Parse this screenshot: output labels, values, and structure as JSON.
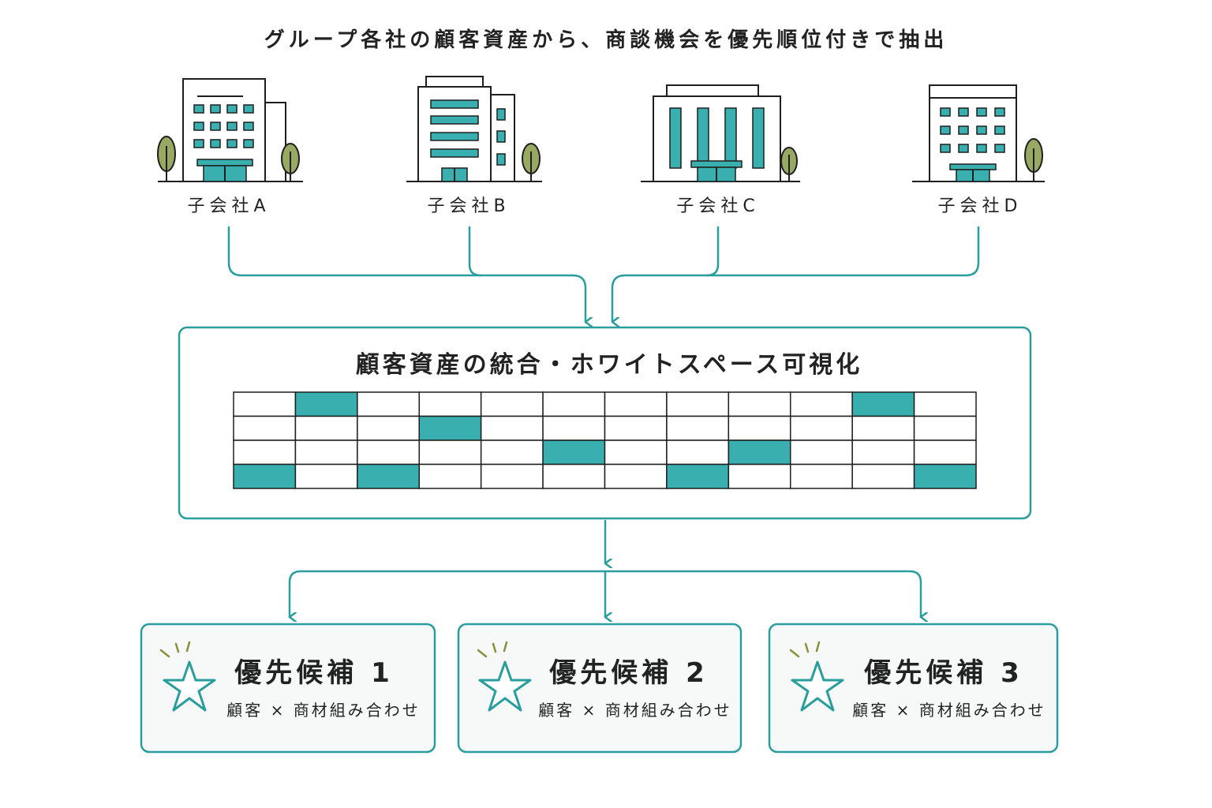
{
  "title": "グループ各社の顧客資産から、商談機会を優先順位付きで抽出",
  "companies": [
    "子会社A",
    "子会社B",
    "子会社C",
    "子会社D"
  ],
  "hub": {
    "title": "顧客資産の統合・ホワイトスペース可視化",
    "grid": {
      "rows": 4,
      "cols": 12,
      "filled": [
        [
          0,
          1
        ],
        [
          0,
          10
        ],
        [
          1,
          3
        ],
        [
          2,
          5
        ],
        [
          2,
          8
        ],
        [
          3,
          0
        ],
        [
          3,
          2
        ],
        [
          3,
          7
        ],
        [
          3,
          11
        ]
      ]
    }
  },
  "candidates": [
    {
      "title": "優先候補 1",
      "subtitle": "顧客 × 商材組み合わせ"
    },
    {
      "title": "優先候補 2",
      "subtitle": "顧客 × 商材組み合わせ"
    },
    {
      "title": "優先候補 3",
      "subtitle": "顧客 × 商材組み合わせ"
    }
  ],
  "colors": {
    "accent": "#2a9d9d",
    "teal_fill": "#3aafb0",
    "tree": "#97a963",
    "spark": "#8c8f3c",
    "line": "#1f1f1f",
    "candidate_bg": "#f6f9f8"
  },
  "icons": [
    "building-icon",
    "tree-icon",
    "arrow-down-icon",
    "star-icon",
    "sparkle-icon"
  ]
}
